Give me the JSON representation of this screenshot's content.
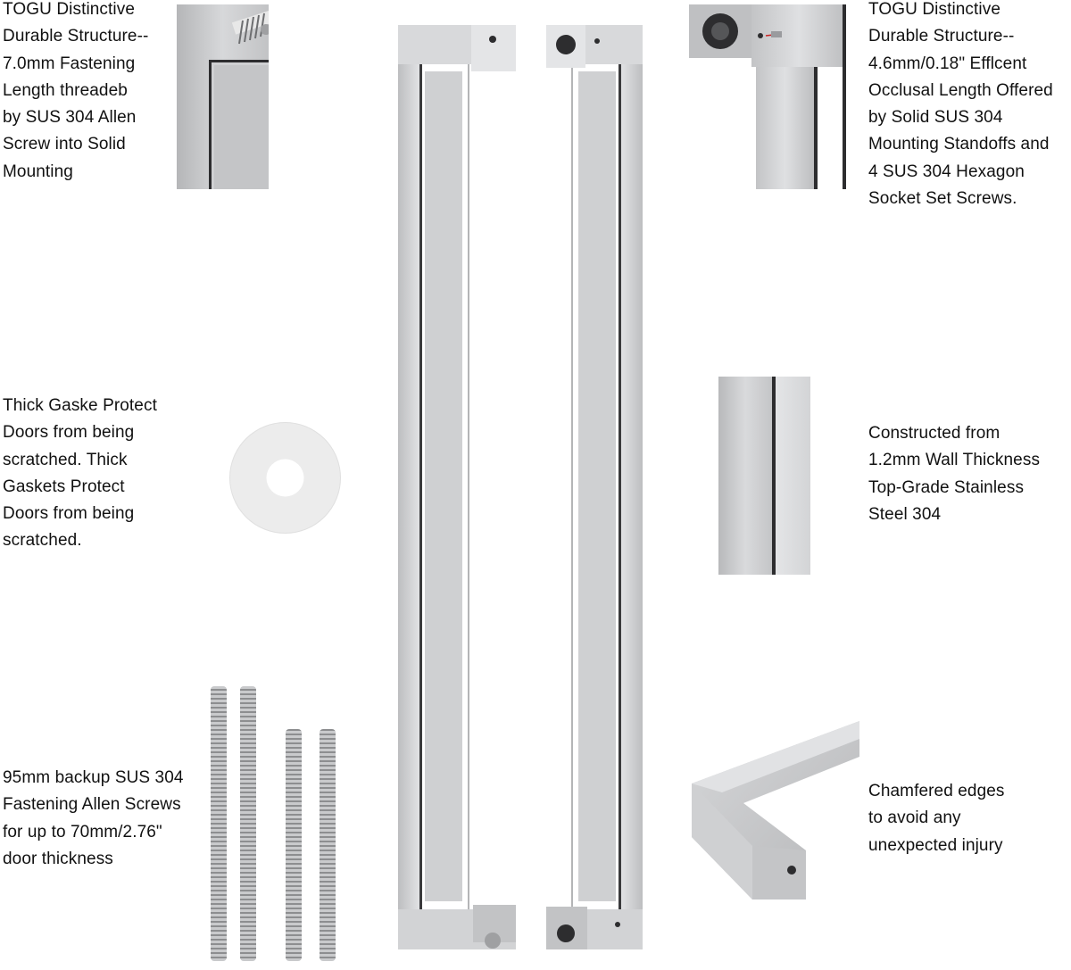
{
  "captions": {
    "top_left": [
      "TOGU Distinctive",
      "Durable Structure--",
      "7.0mm Fastening",
      "Length threadeb",
      "by SUS 304 Allen",
      "Screw into Solid",
      "Mounting"
    ],
    "top_right": [
      "TOGU Distinctive",
      "Durable Structure--",
      "4.6mm/0.18\" Efflcent",
      "Occlusal Length Offered",
      "by Solid SUS 304",
      "Mounting Standoffs and",
      "4 SUS 304 Hexagon",
      "Socket Set Screws."
    ],
    "mid_left": [
      "Thick Gaske Protect",
      "Doors from being",
      "scratched. Thick",
      "Gaskets Protect",
      "Doors from being",
      "scratched."
    ],
    "mid_right": [
      "Constructed from",
      "1.2mm Wall Thickness",
      "Top-Grade Stainless",
      "Steel 304"
    ],
    "bottom_left": [
      "95mm backup SUS 304",
      "Fastening Allen Screws",
      "for up to 70mm/2.76\"",
      "door thickness"
    ],
    "bottom_right": [
      "Chamfered edges",
      "to avoid any",
      "unexpected injury"
    ]
  },
  "colors": {
    "steel_light": "#e3e4e6",
    "steel_mid": "#c9cacc",
    "steel_dark": "#9a9b9e",
    "edge_dark": "#2d2d2f",
    "gasket": "#ececec"
  }
}
